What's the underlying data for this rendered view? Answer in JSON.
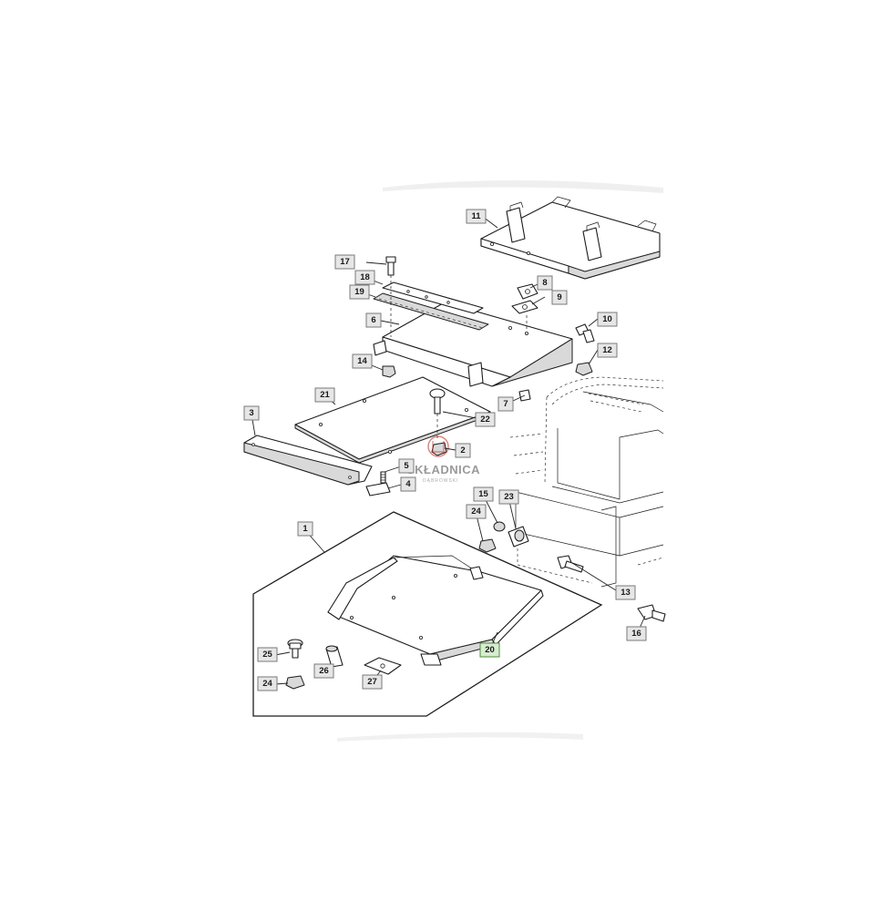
{
  "callouts": {
    "c1": "1",
    "c2": "2",
    "c3": "3",
    "c4": "4",
    "c5": "5",
    "c6": "6",
    "c7": "7",
    "c8": "8",
    "c9": "9",
    "c10": "10",
    "c11": "11",
    "c12": "12",
    "c13": "13",
    "c14": "14",
    "c15": "15",
    "c16": "16",
    "c17": "17",
    "c18": "18",
    "c19": "19",
    "c20": "20",
    "c21": "21",
    "c22": "22",
    "c23": "23",
    "c24a": "24",
    "c24b": "24",
    "c25": "25",
    "c26": "26",
    "c27": "27"
  },
  "highlighted_part": "20",
  "highlight_color": "#d7ecd0",
  "watermark": {
    "title": "SKŁADNICA",
    "subtitle": "DĄBROWSKI"
  }
}
